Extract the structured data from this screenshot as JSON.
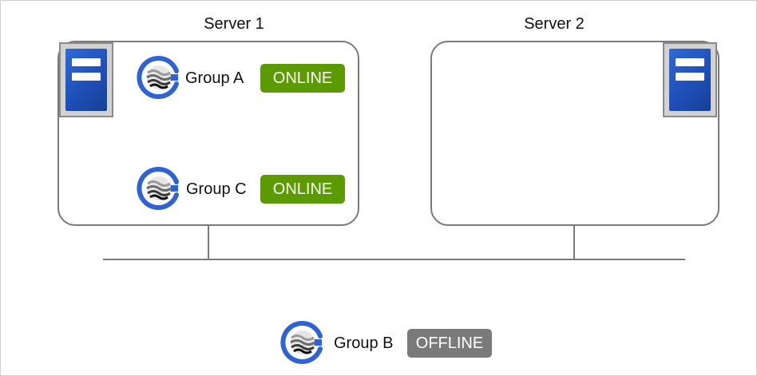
{
  "servers": [
    {
      "title": "Server 1"
    },
    {
      "title": "Server 2"
    }
  ],
  "groups": [
    {
      "label": "Group A",
      "status": "ONLINE"
    },
    {
      "label": "Group C",
      "status": "ONLINE"
    },
    {
      "label": "Group B",
      "status": "OFFLINE"
    }
  ],
  "colors": {
    "online": "#5b9b00",
    "offline": "#7a7a7a",
    "server_unit": "#1f4fb8",
    "group_icon_ring": "#2f63d4",
    "line": "#7a7a7a"
  },
  "icons": {
    "server": "server-rack-icon",
    "group": "failover-group-icon"
  }
}
